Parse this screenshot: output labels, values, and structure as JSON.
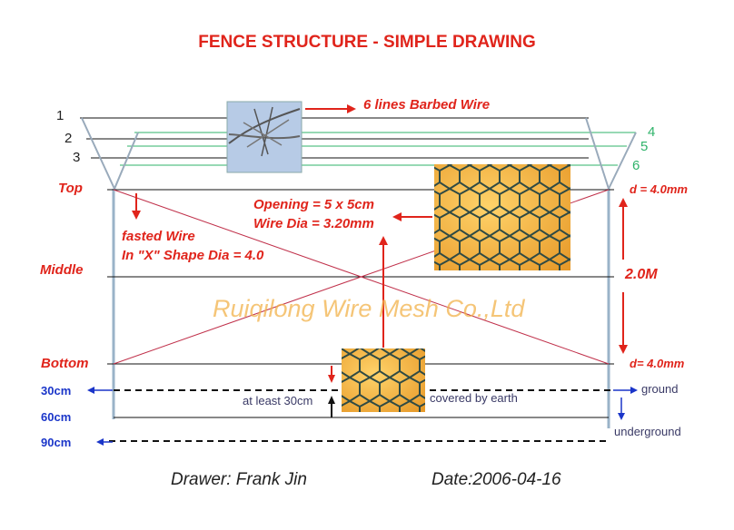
{
  "title": "FENCE STRUCTURE - SIMPLE DRAWING",
  "wire_numbers": [
    "1",
    "2",
    "3",
    "4",
    "5",
    "6"
  ],
  "barbed_label": "6 lines Barbed Wire",
  "levels": {
    "top": "Top",
    "middle": "Middle",
    "bottom": "Bottom"
  },
  "opening": "Opening = 5 x 5cm",
  "wire_dia": "Wire Dia = 3.20mm",
  "fasted_line1": "fasted Wire",
  "fasted_line2": "In \"X\" Shape Dia = 4.0",
  "d_top": "d = 4.0mm",
  "d_bottom": "d= 4.0mm",
  "height": "2.0M",
  "watermark": "Ruiqilong Wire Mesh Co.,Ltd",
  "depths": [
    "30cm",
    "60cm",
    "90cm"
  ],
  "at_least": "at least 30cm",
  "covered": "covered  by earth",
  "ground": "ground",
  "underground": "underground",
  "drawer": "Drawer: Frank Jin",
  "date": "Date:2006-04-16",
  "colors": {
    "accent": "#e0241b",
    "green_wire": "#2fb36a",
    "blue_label": "#1a35c9",
    "mesh_bg": "#f3b13a"
  }
}
